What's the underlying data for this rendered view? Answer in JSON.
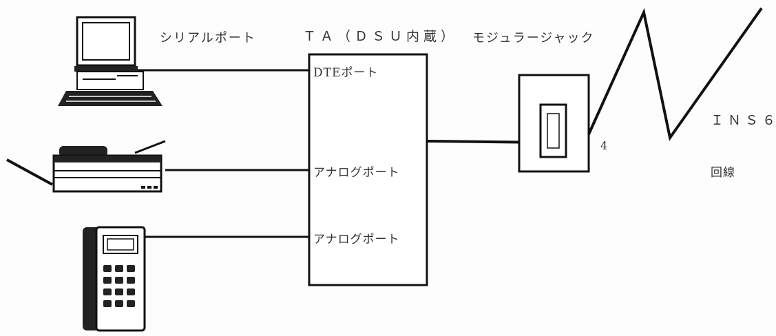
{
  "labels": {
    "serial_port": "シリアルポート",
    "ta": "ＴＡ（ＤＳＵ内蔵）",
    "modular_jack": "モジュラージャック",
    "dte_port": "DTEポート",
    "analog_port_1": "アナログポート",
    "analog_port_2": "アナログポート",
    "ins": "ＩＮＳ６",
    "ins_suffix": "4",
    "line": "回線"
  },
  "devices": {
    "pc": "computer-icon",
    "fax": "fax-icon",
    "phone": "telephone-icon"
  },
  "colors": {
    "line": "#111111",
    "background": "#fdfdfd"
  }
}
